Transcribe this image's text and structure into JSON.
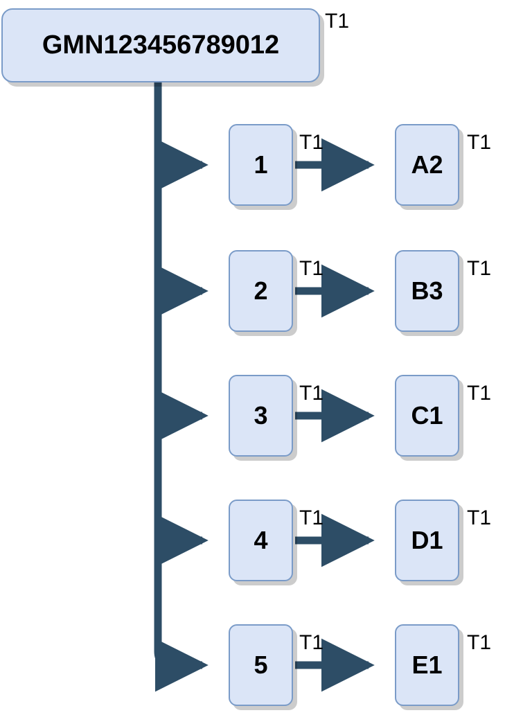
{
  "diagram": {
    "title": "GMN123456789012",
    "type": "tree-hierarchy",
    "root": {
      "label": "GMN123456789012",
      "tag": "T1"
    },
    "branches": [
      {
        "mid": {
          "label": "1",
          "tag": "T1"
        },
        "leaf": {
          "label": "A2",
          "tag": "T1"
        }
      },
      {
        "mid": {
          "label": "2",
          "tag": "T1"
        },
        "leaf": {
          "label": "B3",
          "tag": "T1"
        }
      },
      {
        "mid": {
          "label": "3",
          "tag": "T1"
        },
        "leaf": {
          "label": "C1",
          "tag": "T1"
        }
      },
      {
        "mid": {
          "label": "4",
          "tag": "T1"
        },
        "leaf": {
          "label": "D1",
          "tag": "T1"
        }
      },
      {
        "mid": {
          "label": "5",
          "tag": "T1"
        },
        "leaf": {
          "label": "E1",
          "tag": "T1"
        }
      }
    ],
    "colors": {
      "node_fill": "#dbe5f7",
      "node_border": "#7a9bc8",
      "connector": "#2d4d66",
      "text": "#000000",
      "shadow": "#b8b8b8",
      "background": "#ffffff"
    }
  }
}
